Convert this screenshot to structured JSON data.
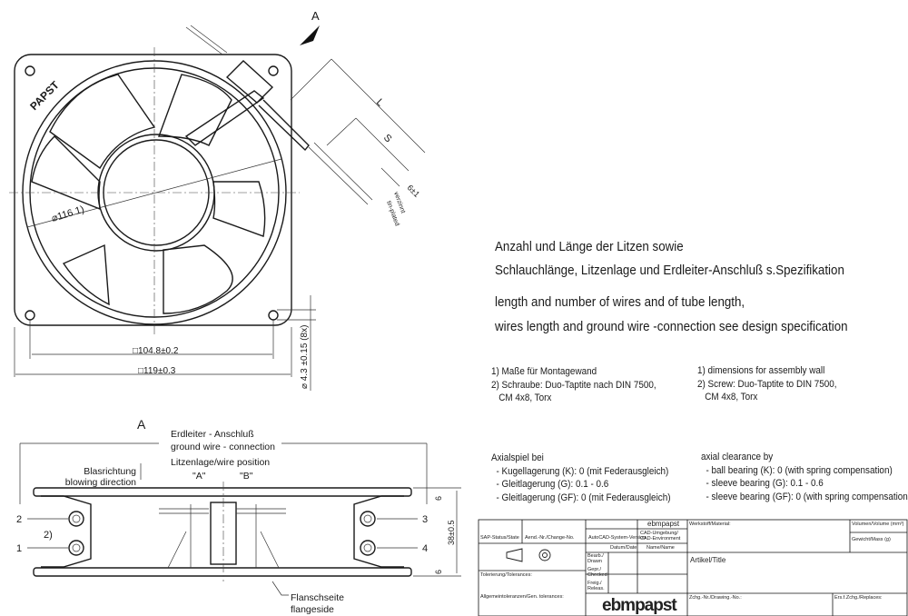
{
  "front_view": {
    "view_arrow": "A",
    "logo": "PAPST",
    "dim_L": "L",
    "dim_S": "S",
    "dim_strip": "6±1",
    "tin_de": "verzinnt",
    "tin_en": "tin-plated",
    "diameter": "⌀116 1)",
    "hole_pitch": "□104.8±0.2",
    "outer_size": "□119±0.3",
    "hole_dia": "⌀ 4.3 ±0.15 (8x)"
  },
  "side_view": {
    "view_label": "A",
    "ground_de": "Erdleiter - Anschluß",
    "ground_en": "ground wire - connection",
    "wire_pos": "Litzenlage/wire position",
    "pos_a": "\"A\"",
    "pos_b": "\"B\"",
    "blow_de": "Blasrichtung",
    "blow_en": "blowing direction",
    "n1": "1",
    "n2": "2",
    "n3": "3",
    "n4": "4",
    "screw_ref": "2)",
    "height": "38±0.5",
    "flange_h_top": "6",
    "flange_h_bottom": "6",
    "flange_de": "Flanschseite",
    "flange_en": "flangeside"
  },
  "spec_text": {
    "de_1": "Anzahl und Länge der Litzen sowie",
    "de_2": "Schlauchlänge, Litzenlage und Erdleiter-Anschluß s.Spezifikation",
    "en_1": "length and number of wires and of tube length,",
    "en_2": "wires length and ground wire -connection see design specification"
  },
  "notes": {
    "de": "1) Maße für Montagewand\n2) Schraube: Duo-Taptite nach DIN 7500,\n   CM 4x8, Torx",
    "en": "1) dimensions for assembly wall\n2) Screw: Duo-Taptite to DIN 7500,\n   CM 4x8, Torx",
    "axial_de": "Axialspiel bei\n  - Kugellagerung (K): 0 (mit Federausgleich)\n  - Gleitlagerung (G): 0.1 - 0.6\n  - Gleitlagerung (GF): 0 (mit Federausgleich)",
    "axial_en": "axial clearance by\n  - ball bearing (K): 0 (with spring compensation)\n  - sleeve bearing (G): 0.1 - 0.6\n  - sleeve bearing (GF): 0 (with spring compensation)"
  },
  "title_block": {
    "sap_status": "SAP-Status/State",
    "change_no": "Aend.-Nr./Change-No.",
    "autocad": "AutoCAD-System-Version",
    "brand_small": "ebmpapst",
    "cad_env": "CAD-Umgebung/\nCAD-Environment",
    "date": "Datum/Date",
    "name": "Name/Name",
    "drawn": "Bearb./\nDrawn",
    "checked": "Gepr./\nChecked",
    "release": "Freig./\nReleas.",
    "tolerance": "Tolerierung/Tolerances:",
    "gen_tol": "Allgemeintoleranzen/Gen. tolerances:",
    "brand_logo": "ebmpapst",
    "material": "Werkstoff/Material:",
    "volume": "Volumen/Volume (mm³)",
    "weight": "Gewicht/Mass (g)",
    "title": "Artikel/Title",
    "drawing_no": "Zchg.-Nr./Drawing.-No.:",
    "replaces": "Ers.f.Zchg./Replaces:"
  }
}
